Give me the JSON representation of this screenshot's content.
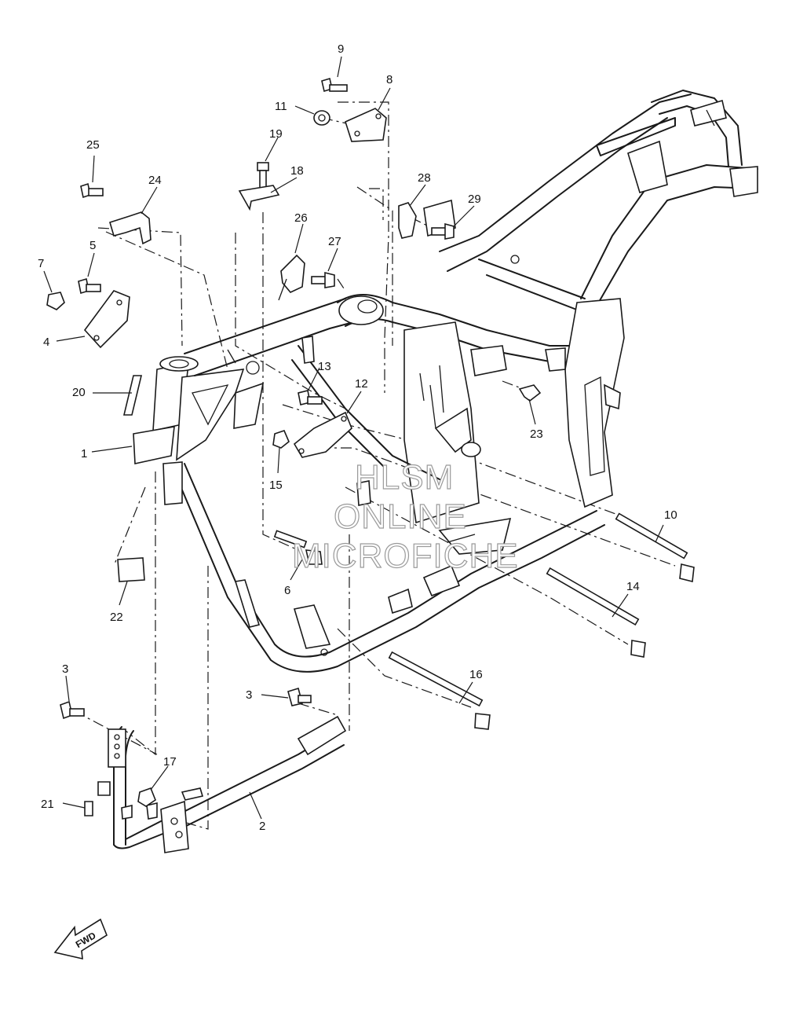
{
  "callouts": {
    "c1": "1",
    "c2": "2",
    "c3a": "3",
    "c3b": "3",
    "c4": "4",
    "c5": "5",
    "c6": "6",
    "c7": "7",
    "c8": "8",
    "c9": "9",
    "c10": "10",
    "c11": "11",
    "c12": "12",
    "c13": "13",
    "c14": "14",
    "c15": "15",
    "c16": "16",
    "c17": "17",
    "c18": "18",
    "c19": "19",
    "c20": "20",
    "c21": "21",
    "c22": "22",
    "c23": "23",
    "c24": "24",
    "c25": "25",
    "c26": "26",
    "c27": "27",
    "c28": "28",
    "c29": "29"
  },
  "watermark": {
    "line1": "HLSM",
    "line2": "ONLINE",
    "line3": "MICROFICHE"
  },
  "direction": {
    "label": "FWD",
    "icon": "arrow-fwd-icon"
  }
}
